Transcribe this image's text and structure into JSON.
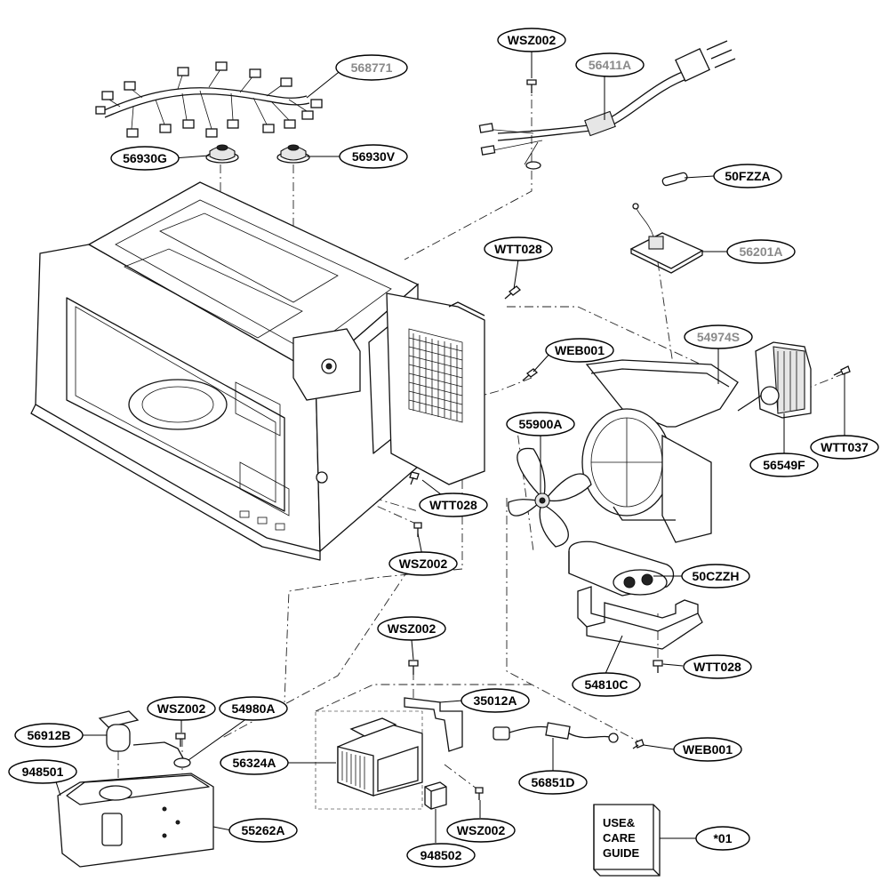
{
  "diagram": {
    "parts": [
      {
        "id": "p568771",
        "code": "568771",
        "gray": true
      },
      {
        "id": "pWSZ002a",
        "code": "WSZ002",
        "gray": false
      },
      {
        "id": "p56411A",
        "code": "56411A",
        "gray": true
      },
      {
        "id": "p56930G",
        "code": "56930G",
        "gray": false
      },
      {
        "id": "p56930V",
        "code": "56930V",
        "gray": false
      },
      {
        "id": "p50FZZA",
        "code": "50FZZA",
        "gray": false
      },
      {
        "id": "pWTT028a",
        "code": "WTT028",
        "gray": false
      },
      {
        "id": "p56201A",
        "code": "56201A",
        "gray": true
      },
      {
        "id": "p54974S",
        "code": "54974S",
        "gray": true
      },
      {
        "id": "pWEB001a",
        "code": "WEB001",
        "gray": false
      },
      {
        "id": "p55900A",
        "code": "55900A",
        "gray": false
      },
      {
        "id": "pWTT037",
        "code": "WTT037",
        "gray": false
      },
      {
        "id": "p56549F",
        "code": "56549F",
        "gray": false
      },
      {
        "id": "pWTT028b",
        "code": "WTT028",
        "gray": false
      },
      {
        "id": "pWSZ002b",
        "code": "WSZ002",
        "gray": false
      },
      {
        "id": "p50CZZH",
        "code": "50CZZH",
        "gray": false
      },
      {
        "id": "pWSZ002c",
        "code": "WSZ002",
        "gray": false
      },
      {
        "id": "pWTT028c",
        "code": "WTT028",
        "gray": false
      },
      {
        "id": "p54810C",
        "code": "54810C",
        "gray": false
      },
      {
        "id": "p35012A",
        "code": "35012A",
        "gray": false
      },
      {
        "id": "pWSZ002d",
        "code": "WSZ002",
        "gray": false
      },
      {
        "id": "p54980A",
        "code": "54980A",
        "gray": false
      },
      {
        "id": "p56912B",
        "code": "56912B",
        "gray": false
      },
      {
        "id": "p948501",
        "code": "948501",
        "gray": false
      },
      {
        "id": "p56324A",
        "code": "56324A",
        "gray": false
      },
      {
        "id": "pWEB001b",
        "code": "WEB001",
        "gray": false
      },
      {
        "id": "p56851D",
        "code": "56851D",
        "gray": false
      },
      {
        "id": "p55262A",
        "code": "55262A",
        "gray": false
      },
      {
        "id": "pWSZ002e",
        "code": "WSZ002",
        "gray": false
      },
      {
        "id": "p948502",
        "code": "948502",
        "gray": false
      },
      {
        "id": "p01",
        "code": "*01",
        "gray": false
      }
    ],
    "guide_lines": [
      "USE&",
      "CARE",
      "GUIDE"
    ]
  }
}
